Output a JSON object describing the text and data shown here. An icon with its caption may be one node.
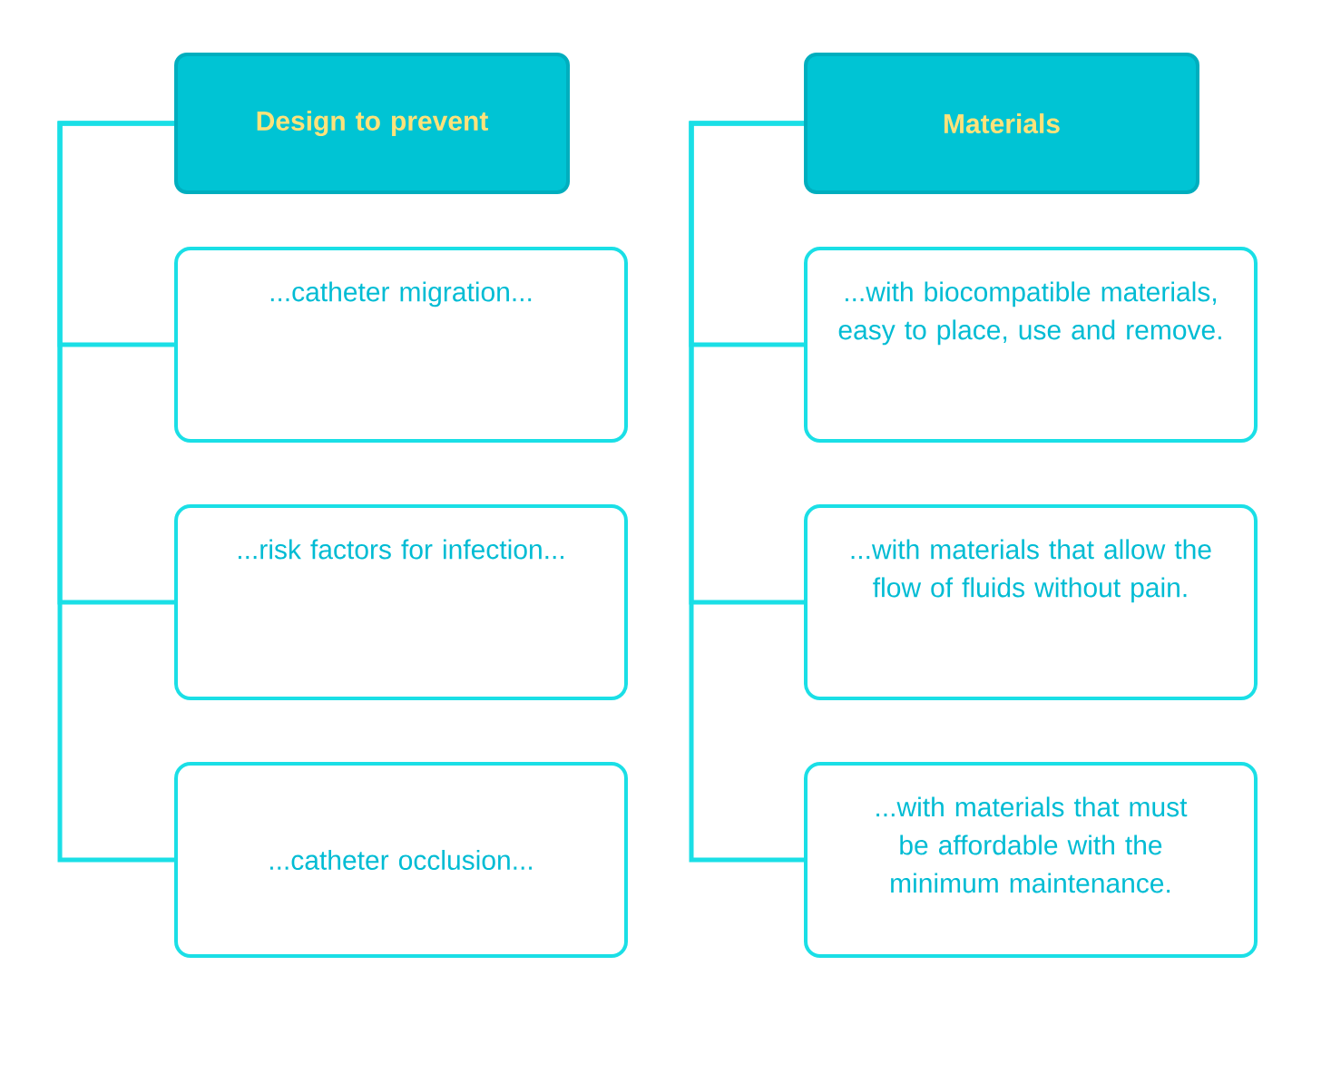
{
  "diagram": {
    "nodes": [
      {
        "text": [
          "Design to prevent"
        ]
      },
      {
        "text": [
          "...catheter migration..."
        ]
      },
      {
        "text": [
          "...risk factors for infection..."
        ]
      },
      {
        "text": [
          "...catheter occlusion..."
        ]
      },
      {
        "text": [
          "Materials"
        ]
      },
      {
        "text": [
          "...with biocompatible materials, easy to place, use and remove."
        ]
      },
      {
        "text": [
          "...with materials that allow the flow of fluids without pain."
        ]
      },
      {
        "text": [
          "...with materials that must be affordable with the minimum maintenance."
        ]
      }
    ],
    "edges": [
      {
        "from": 0,
        "to": 1,
        "arrow": "none"
      },
      {
        "from": 0,
        "to": 2,
        "arrow": "none"
      },
      {
        "from": 0,
        "to": 3,
        "arrow": "none"
      },
      {
        "from": 4,
        "to": 5,
        "arrow": "none"
      },
      {
        "from": 4,
        "to": 6,
        "arrow": "none"
      },
      {
        "from": 4,
        "to": 7,
        "arrow": "none"
      }
    ]
  }
}
